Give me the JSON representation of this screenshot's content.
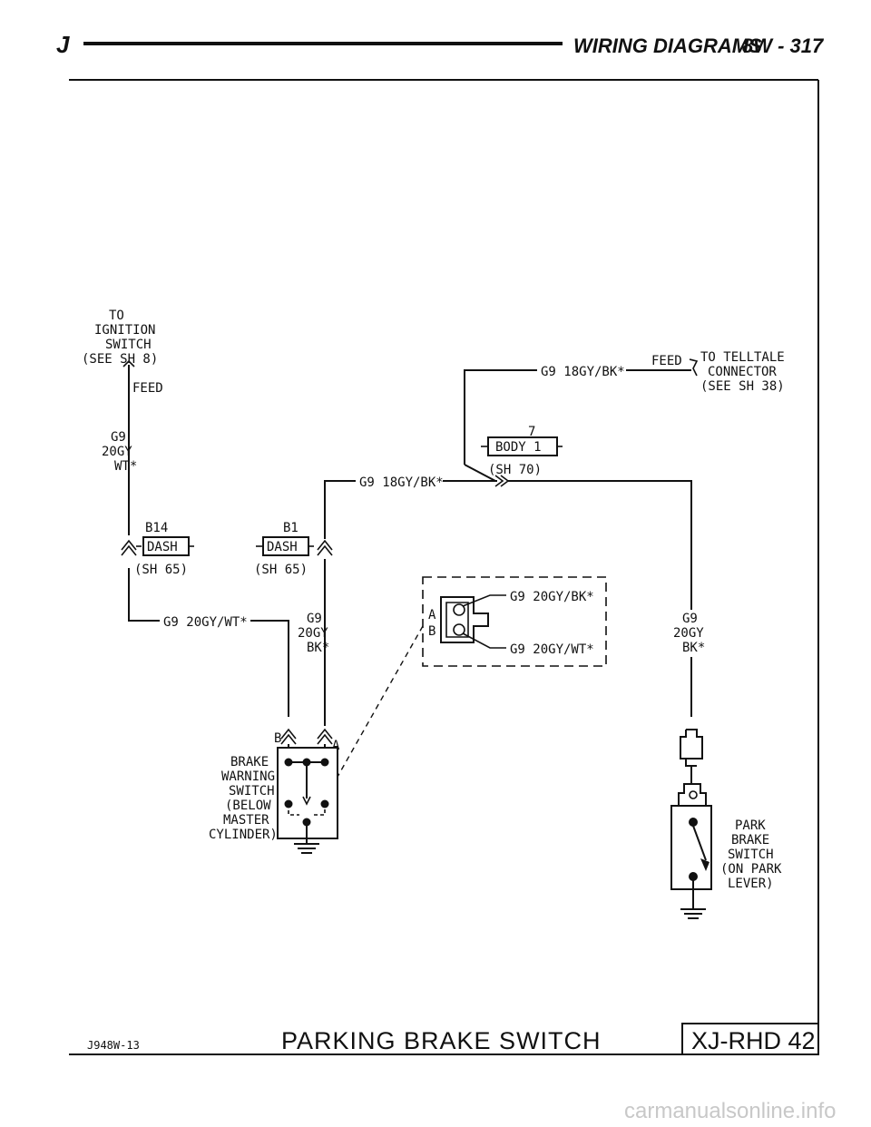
{
  "header": {
    "left_letter": "J",
    "title": "WIRING DIAGRAMS",
    "page": "8W - 317"
  },
  "ignition_switch": {
    "label_lines": [
      "TO",
      "IGNITION",
      "SWITCH",
      "(SEE SH 8)"
    ],
    "feed": "FEED",
    "wire_lines": [
      "G9",
      "20GY",
      "WT*"
    ]
  },
  "connectors": {
    "dash_b14": {
      "pin": "B14",
      "name": "DASH",
      "ref": "(SH 65)"
    },
    "dash_b1": {
      "pin": "B1",
      "name": "DASH",
      "ref": "(SH 65)"
    },
    "body_7": {
      "pin": "7",
      "name": "BODY 1",
      "ref": "(SH 70)"
    }
  },
  "telltale": {
    "feed": "FEED",
    "label_lines": [
      "TO TELLTALE",
      "CONNECTOR",
      "(SEE SH 38)"
    ]
  },
  "wires": {
    "top_wire": "G9 18GY/BK*",
    "mid_wire": "G9 18GY/BK*",
    "bottom_left": "G9 20GY/WT*",
    "center_lines": [
      "G9",
      "20GY",
      "BK*"
    ],
    "right_lines": [
      "G9",
      "20GY",
      "BK*"
    ]
  },
  "connector_detail": {
    "pin_a": "A",
    "pin_b": "B",
    "wire_a": "G9 20GY/BK*",
    "wire_b": "G9 20GY/WT*"
  },
  "brake_warning_switch": {
    "pin_b": "B",
    "pin_a": "A",
    "label_lines": [
      "BRAKE",
      "WARNING",
      "SWITCH",
      "(BELOW",
      "MASTER",
      "CYLINDER)"
    ]
  },
  "park_brake_switch": {
    "label_lines": [
      "PARK",
      "BRAKE",
      "SWITCH",
      "(ON PARK",
      "LEVER)"
    ]
  },
  "footer": {
    "code": "J948W-13",
    "title": "PARKING BRAKE SWITCH",
    "id": "XJ-RHD 42"
  },
  "watermark": "carmanualsonline.info"
}
